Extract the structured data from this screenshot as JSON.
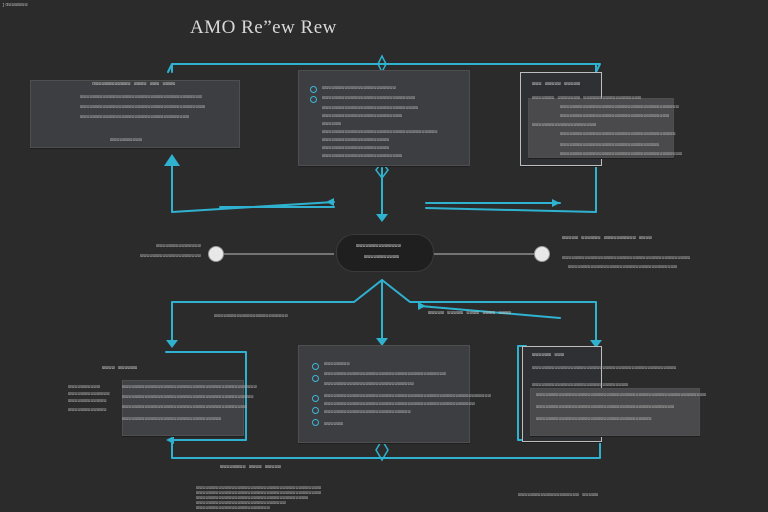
{
  "title": "AMO Reˮew Rew",
  "header_tag": "ȷɑɯɯɯɯɯɯ",
  "top_left_panel": {
    "heading": "ɑɯɯɯɯɯɯɯɯɯɯɯ ɯɯɯɯ ɯɯɯ ɯɯɯɯ",
    "lines": [
      "ɯɯɯɯɯɯɯɯɯɯɯɯɯɯɯɯɯɯɯɯɯɯɯɯɯɯɯɯɯɯɯɯɯɯɯɯɯɯ",
      "ɯɯɯɯɯɯɯɯɯɯɯɯɯɯɯɯɯɯɯɯɯɯɯɯɯɯɯɯɯɯɯɯɯɯɯɯɯɯɯ",
      "ɯɯɯɯɯɯɯɯɯɯɯɯɯɯɯɯɯɯɯɯɯɯɯɯɯɯɯɯɯɯɯɯɯɯ",
      "ɯɯɯɯɯɯɯɯɯɯ"
    ]
  },
  "top_center_panel": {
    "lines": [
      "ɯɯɯɯɯɯɯɯɯɯɯɯɯɯɯɯɯɯɯɯɯɯɯ",
      "ɯɯɯɯɯɯɯɯɯɯɯɯɯɯɯɯɯɯɯɯɯɯɯɯɯɯɯɯɯ",
      "ɯɯɯɯɯɯɯɯɯɯɯɯɯɯɯɯɯɯɯɯɯɯɯɯɯɯɯɯɯɯ",
      "ɯɯɯɯɯɯɯɯɯɯɯɯɯɯɯɯɯɯɯɯɯɯɯɯɯ",
      "ɯɯɯɯɯɯ",
      "ɯɯɯɯɯɯɯɯɯɯɯɯɯɯɯɯɯɯɯɯɯɯɯɯɯɯɯɯɯɯɯɯɯɯɯɯ",
      "ɯɯɯɯɯɯɯɯɯɯɯɯɯɯɯɯɯɯɯɯɯ",
      "ɯɯɯɯɯɯɯɯɯɯɯɯɯɯɯɯɯɯɯɯɯ",
      "ɯɯɯɯɯɯɯɯɯɯɯɯɯɯɯɯɯɯɯɯɯɯɯɯɯ"
    ]
  },
  "top_right_panel": {
    "heading": "ɯɯɯ ɯɯɯɯɯ ɯɯɯɯɯ",
    "lines": [
      "ɯɯɯɯɯɯɯ ɯɯɯɯɯɯɯ ɯɯɯɯɯɯɯɯɯɯɯɯɯɯɯɯɯɯ",
      "ɯɯɯɯɯɯɯɯɯɯɯɯɯɯɯɯɯɯɯɯɯɯɯɯɯɯɯɯɯɯɯɯɯɯɯɯɯ",
      "ɯɯɯɯɯɯɯɯɯɯɯɯɯɯɯɯɯɯɯɯɯɯɯɯɯɯɯɯɯɯɯɯɯɯ",
      "ɯɯɯɯɯɯɯɯɯɯɯɯɯɯɯɯɯɯɯɯ",
      "ɯɯɯɯɯɯɯɯɯɯɯɯɯɯɯɯɯɯɯɯɯɯɯɯɯɯɯɯɯɯɯɯɯɯɯɯ",
      "ɯɯɯɯɯɯɯɯɯɯɯɯɯɯɯɯɯɯɯɯɯɯɯɯɯɯɯɯɯɯɯ",
      "ɯɯɯɯɯɯɯɯɯɯɯɯɯɯɯɯɯɯɯɯɯɯɯɯɯɯɯɯɯɯɯɯɯɯɯɯɯɯ"
    ]
  },
  "center_node": {
    "line1": "ɯɯɯɯɯɯɯɯɯɯɯɯɯɯ",
    "line2": "ɯɯɯɯɯɯɯɯɯɯɯ"
  },
  "left_node": {
    "line1": "ɯɯɯɯɯɯɯɯɯɯɯɯɯɯ",
    "line2": "ɯɯɯɯɯɯɯɯɯɯɯɯɯɯɯɯɯɯɯ"
  },
  "right_node": {
    "line1": "ɯɯɯɯɯ ɯɯɯɯɯɯ ɯɯɯɯɯɯɯɯɯɯ ɯɯɯɯ",
    "line2": "ɯɯɯɯɯɯɯɯɯɯɯɯɯɯɯɯɯɯɯɯɯɯɯɯɯɯɯɯɯɯɯɯɯɯɯɯɯɯɯɯ",
    "line3": "ɯɯɯɯɯɯɯɯɯɯɯɯɯɯɯɯɯɯɯɯɯɯɯɯɯɯɯɯɯɯɯɯɯɯ"
  },
  "mid_left_label": "ɯɯɯɯɯɯɯɯɯɯɯɯɯɯɯɯɯɯɯɯɯɯɯ",
  "mid_right_label": "ɯɯɯɯɯ ɯɯɯɯɯ ɯɯɯɯ ɯɯɯɯ ɯɯɯɯ",
  "bottom_left_panel": {
    "heading": "ɯɯɯɯ ɯɯɯɯɯɯ",
    "lines": [
      "ɯɯɯɯɯɯɯɯɯɯɯɯɯɯɯɯɯɯɯɯɯɯɯɯɯɯɯɯɯɯɯɯɯɯɯɯɯɯɯɯɯɯ",
      "ɯɯɯɯɯɯɯɯɯɯɯɯɯɯɯɯɯɯɯɯɯɯɯɯɯɯɯɯɯɯɯɯɯɯɯɯɯɯɯɯɯ",
      "ɯɯɯɯɯɯɯɯɯɯɯɯɯɯɯɯɯɯɯɯɯɯɯɯɯɯɯɯɯɯɯɯɯɯɯɯɯɯɯ",
      "ɯɯɯɯɯɯɯɯɯɯɯɯɯɯɯɯɯɯɯɯɯɯɯɯɯɯɯɯɯɯɯ"
    ],
    "side": [
      "ɯɯɯɯɯɯɯɯɯɯ",
      "ɯɯɯɯɯɯɯɯɯɯɯɯɯ",
      "ɯɯɯɯɯɯɯɯɯɯɯɯ",
      "ɯɯɯɯɯɯɯɯɯɯɯɯ"
    ]
  },
  "bottom_center_panel": {
    "lines": [
      "ɯɯɯɯɯɯɯɯ",
      "ɯɯɯɯɯɯɯɯɯɯɯɯɯɯɯɯɯɯɯɯɯɯɯɯɯɯɯɯɯɯɯɯɯɯɯɯɯɯ",
      "ɯɯɯɯɯɯɯɯɯɯɯɯɯɯɯɯɯɯɯɯɯɯɯɯɯɯɯɯ",
      "ɯɯɯɯɯɯɯɯɯɯɯɯɯɯɯɯɯɯɯɯɯɯɯɯɯɯɯɯɯɯɯɯɯɯɯɯɯɯɯɯɯɯɯɯɯɯɯɯɯɯɯɯ",
      "ɯɯɯɯɯɯɯɯɯɯɯɯɯɯɯɯɯɯɯɯɯɯɯɯɯɯɯɯɯɯɯɯɯɯɯɯɯɯɯɯɯɯɯɯɯɯɯ",
      "ɯɯɯɯɯɯɯɯɯɯɯɯɯɯɯɯɯɯɯɯɯɯɯɯɯɯɯ",
      "ɯɯɯɯɯɯ"
    ]
  },
  "bottom_right_panel": {
    "heading": "ɯɯɯɯɯɯ ɯɯɯ",
    "lines": [
      "ɯɯɯɯɯɯɯɯɯɯɯɯɯɯɯɯɯɯɯɯɯɯɯɯɯɯɯɯɯɯɯɯɯɯɯɯɯɯɯɯɯɯɯɯɯ",
      "ɯɯɯɯɯɯɯɯɯɯɯɯɯɯɯɯɯɯɯɯɯɯɯɯɯɯɯɯɯɯ",
      "ɯɯɯɯɯɯɯɯɯɯɯɯɯɯɯɯɯɯɯɯɯɯɯɯɯɯɯɯɯɯɯɯɯɯɯɯɯɯɯɯɯɯɯɯɯɯɯɯɯɯɯɯɯ",
      "ɯɯɯɯɯɯɯɯɯɯɯɯɯɯɯɯɯɯɯɯɯɯɯɯɯɯɯɯɯɯɯɯɯɯɯɯɯɯɯɯɯɯɯ",
      "ɯɯɯɯɯɯɯɯɯɯɯɯɯɯɯɯɯɯɯɯɯɯɯɯɯɯɯɯɯɯɯɯɯɯɯɯ"
    ]
  },
  "bottom_label": "ɯɯɯɯɯɯɯɯ ɯɯɯɯ ɯɯɯɯɯ",
  "footer_left": [
    "ɯɯɯɯɯɯɯɯɯɯɯɯɯɯɯɯɯɯɯɯɯɯɯɯɯɯɯɯɯɯɯɯɯɯɯɯɯɯɯ",
    "ɯɯɯɯɯɯɯɯɯɯɯɯɯɯɯɯɯɯɯɯɯɯɯɯɯɯɯɯɯɯɯɯɯɯɯɯɯɯɯ",
    "ɯɯɯɯɯɯɯɯɯɯɯɯɯɯɯɯɯɯɯɯɯɯɯɯɯɯɯɯɯɯɯɯɯɯɯ",
    "ɯɯɯɯɯɯɯɯɯɯɯɯɯɯɯɯɯɯɯɯɯɯɯɯɯɯɯɯ",
    "ɯɯɯɯɯɯɯɯɯɯɯɯɯɯɯɯɯɯɯɯɯɯɯ"
  ],
  "footer_right": "ɯɯɯɯɯɯɯɯɯɯɯɯɯɯɯɯɯɯɯ ɯɯɯɯɯ",
  "colors": {
    "connector": "#2fb2cf",
    "background": "#2b2b2b",
    "panel": "#3d3e41",
    "text": "#a9a9a9"
  }
}
